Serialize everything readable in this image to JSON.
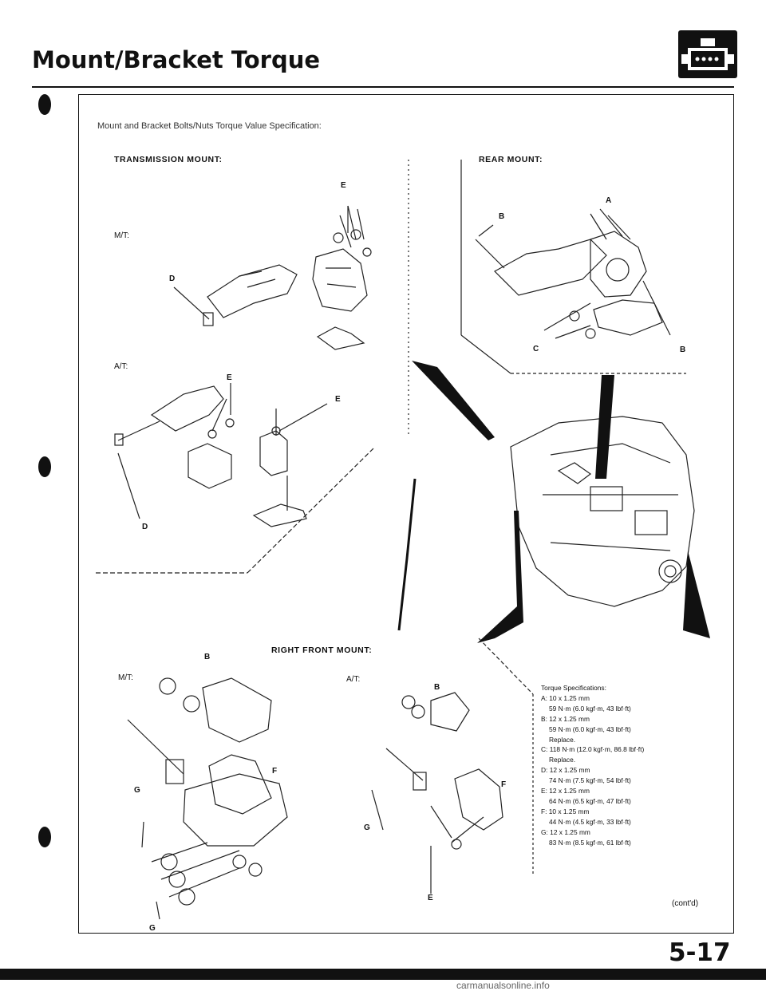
{
  "page": {
    "title": "Mount/Bracket Torque",
    "intro": "Mount and Bracket Bolts/Nuts Torque Value Specification:",
    "page_number": "5-17",
    "continued": "(cont'd)",
    "watermark": "carmanualsonline.info"
  },
  "sections": {
    "transmission_mount": "TRANSMISSION MOUNT:",
    "rear_mount": "REAR MOUNT:",
    "right_front_mount": "RIGHT FRONT MOUNT:",
    "mt_label": "M/T:",
    "at_label": "A/T:"
  },
  "callouts": {
    "a": "A",
    "b": "B",
    "c": "C",
    "d": "D",
    "e": "E",
    "f": "F",
    "g": "G"
  },
  "torque_specs": {
    "heading": "Torque Specifications:",
    "lines": [
      "A: 10 x 1.25 mm",
      "59 N·m (6.0 kgf·m, 43 lbf·ft)",
      "B: 12 x 1.25 mm",
      "59 N·m (6.0 kgf·m, 43 lbf·ft)",
      "Replace.",
      "C: 118 N·m (12.0 kgf·m, 86.8 lbf·ft)",
      "Replace.",
      "D: 12 x 1.25 mm",
      "74 N·m (7.5 kgf·m, 54 lbf·ft)",
      "E: 12 x 1.25 mm",
      "64 N·m (6.5 kgf·m, 47 lbf·ft)",
      "F: 10 x 1.25 mm",
      "44 N·m (4.5 kgf·m, 33 lbf·ft)",
      "G: 12 x 1.25 mm",
      "83 N·m (8.5 kgf·m, 61 lbf·ft)"
    ]
  },
  "icons": {
    "engine": "engine-section-icon"
  }
}
